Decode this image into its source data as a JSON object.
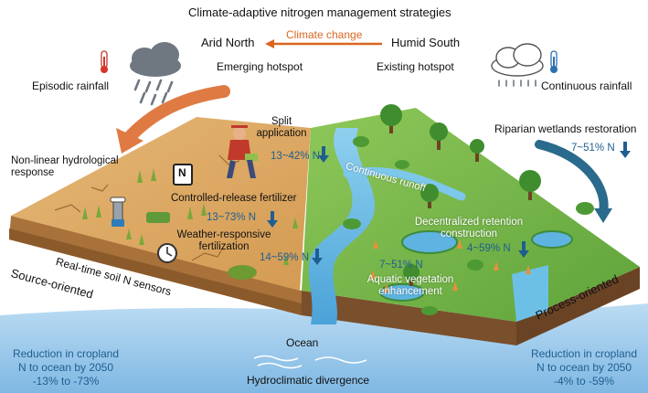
{
  "title": "Climate-adaptive nitrogen management strategies",
  "header": {
    "arid_north": "Arid North",
    "humid_south": "Humid South",
    "climate_change": "Climate change",
    "emerging_hotspot": "Emerging hotspot",
    "existing_hotspot": "Existing hotspot",
    "episodic_rainfall": "Episodic rainfall",
    "continuous_rainfall": "Continuous rainfall"
  },
  "left": {
    "nonlinear_response": "Non-linear hydrological response",
    "split_application": "Split application",
    "split_value": "13~42% N",
    "controlled_release_icon_letter": "N",
    "controlled_release": "Controlled-release fertilizer",
    "controlled_release_value": "13~73% N",
    "weather_responsive": "Weather-responsive fertilization",
    "weather_value": "14~59% N",
    "soil_sensors": "Real-time soil N sensors",
    "source_oriented": "Source-oriented"
  },
  "right": {
    "riparian": "Riparian wetlands restoration",
    "riparian_value": "7~51% N",
    "continuous_runoff": "Continuous runoff",
    "decentralized": "Decentralized retention construction",
    "decentralized_value": "4~59% N",
    "aquatic_value": "7~51% N",
    "aquatic": "Aquatic vegetation enhancement",
    "process_oriented": "Process-oriented"
  },
  "bottom": {
    "ocean": "Ocean",
    "divergence": "Hydroclimatic divergence",
    "left_reduction_line1": "Reduction in cropland",
    "left_reduction_line2": "N to ocean by 2050",
    "left_reduction_range": "-13% to -73%",
    "right_reduction_line1": "Reduction in cropland",
    "right_reduction_line2": "N to ocean by 2050",
    "right_reduction_range": "-4% to -59%"
  },
  "colors": {
    "arrow_orange": "#d9661f",
    "value_blue": "#1f5e8f",
    "ocean": "#8cc3ea",
    "arid_soil": "#d9a45c",
    "humid_grass": "#6fb346"
  }
}
